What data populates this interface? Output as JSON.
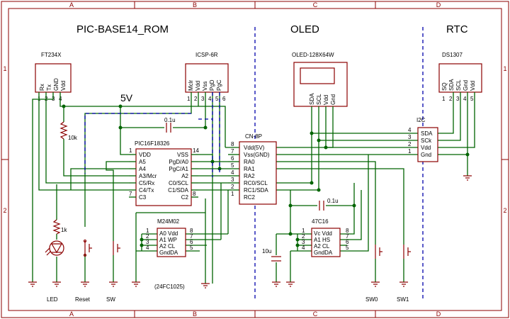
{
  "frame": {
    "columns": [
      "A",
      "B",
      "C",
      "D"
    ],
    "rows": [
      "1",
      "2"
    ]
  },
  "titles": {
    "base": "PIC-BASE14_ROM",
    "oled": "OLED",
    "rtc": "RTC",
    "supply": "5V"
  },
  "headers": {
    "ft234x": {
      "name": "FT234X",
      "pins": [
        "Rx",
        "Tx",
        "GND",
        "Vdd"
      ],
      "nums": [
        "1",
        "2",
        "3",
        "4"
      ]
    },
    "icsp": {
      "name": "ICSP-6R",
      "pins": [
        "Mclr",
        "Vdd",
        "Vss",
        "PgD",
        "PgC"
      ],
      "nums": [
        "1",
        "2",
        "3",
        "4",
        "5",
        "6"
      ]
    },
    "oled": {
      "name": "OLED-128X64W",
      "pins": [
        "SDA",
        "SCL",
        "Vdd",
        "Gnd"
      ]
    },
    "ds1307": {
      "name": "DS1307",
      "pins": [
        "SQ",
        "SDA",
        "SCL",
        "Gnd",
        "Vdd"
      ],
      "nums": [
        "1",
        "2",
        "3",
        "4",
        "5"
      ]
    }
  },
  "pic": {
    "name": "PIC16F18326",
    "left": [
      "VDD",
      "A5",
      "A4",
      "A3/Mcr",
      "C5/Rx",
      "C4/Tx",
      "C3"
    ],
    "right": [
      "VSS",
      "PgD/A0",
      "PgC/A1",
      "A2",
      "C0/SCL",
      "C1/SDA",
      "C2"
    ],
    "pin_left_top": "1",
    "pin_left_bottom": "7",
    "pin_right_top": "14",
    "pin_right_bottom": "8"
  },
  "connector": {
    "name": "CN-8P",
    "pins": [
      "Vdd(5V)",
      "Vss(GND)",
      "RA0",
      "RA1",
      "RA2",
      "RC0/SCL",
      "RC1/SDA",
      "RC2"
    ],
    "nums": [
      "8",
      "7",
      "6",
      "5",
      "4",
      "3",
      "2",
      "1"
    ]
  },
  "i2c": {
    "name": "I2C",
    "pins": [
      "SDA",
      "SCk",
      "Vdd",
      "Gnd"
    ],
    "nums": [
      "4",
      "3",
      "2",
      "1"
    ]
  },
  "eeprom1": {
    "name": "M24M02",
    "alt": "(24FC1025)",
    "rows": [
      "A0 Vdd",
      "A1  WP",
      "A2   CL",
      "GndDA"
    ],
    "left_nums": [
      "1",
      "2",
      "3",
      "4"
    ],
    "right_nums": [
      "8",
      "7",
      "6",
      "5"
    ]
  },
  "eeprom2": {
    "name": "47C16",
    "rows": [
      "Vc Vdd",
      "A1   HS",
      "A2   CL",
      "GndDA"
    ],
    "left_nums": [
      "1",
      "2",
      "3",
      "4"
    ],
    "right_nums": [
      "8",
      "7",
      "6",
      "5"
    ]
  },
  "passives": {
    "cap1": "0.1u",
    "cap2": "0.1u",
    "cap3": "10u",
    "res1": "10k",
    "res2": "1k"
  },
  "labels": {
    "led": "LED",
    "reset": "Reset",
    "sw": "SW",
    "sw0": "SW0",
    "sw1": "SW1"
  }
}
